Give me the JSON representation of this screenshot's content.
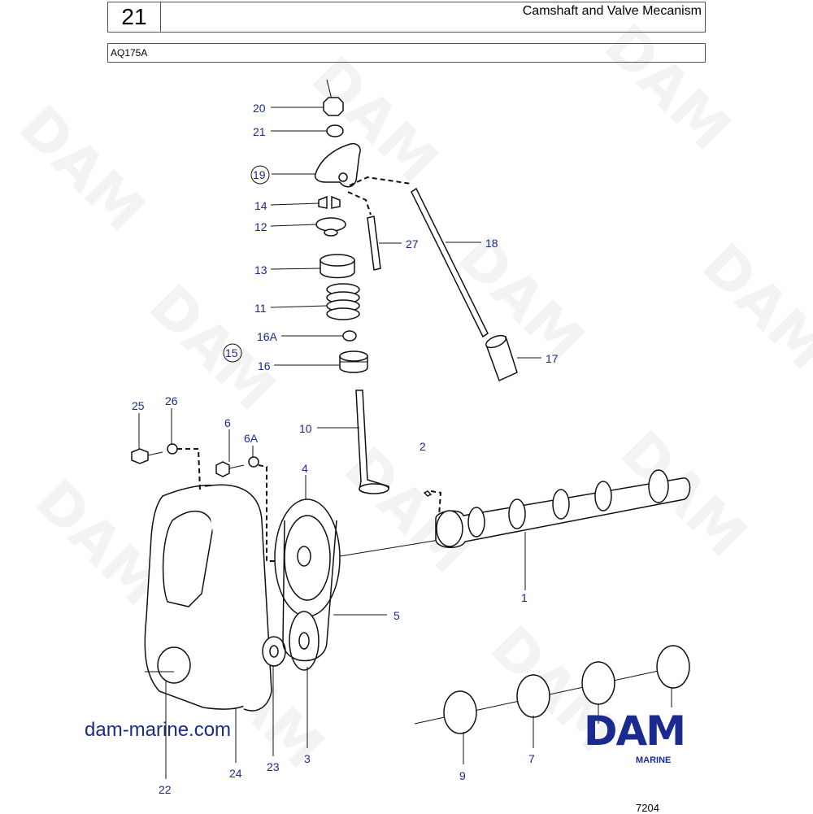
{
  "header": {
    "section_number": "21",
    "title": "Camshaft and Valve Mecanism",
    "model": "AQ175A"
  },
  "diagram": {
    "callouts": [
      "20",
      "21",
      "19",
      "14",
      "12",
      "13",
      "11",
      "16A",
      "15",
      "16",
      "17",
      "18",
      "27",
      "25",
      "26",
      "6",
      "6A",
      "10",
      "2",
      "4",
      "5",
      "1",
      "22",
      "24",
      "23",
      "3",
      "9",
      "7"
    ],
    "website": "dam-marine.com",
    "drawing_number": "7204",
    "brand": {
      "name": "DAM",
      "sub": "MARINE",
      "color": "#1b2a8f"
    },
    "watermark": "DAM"
  }
}
